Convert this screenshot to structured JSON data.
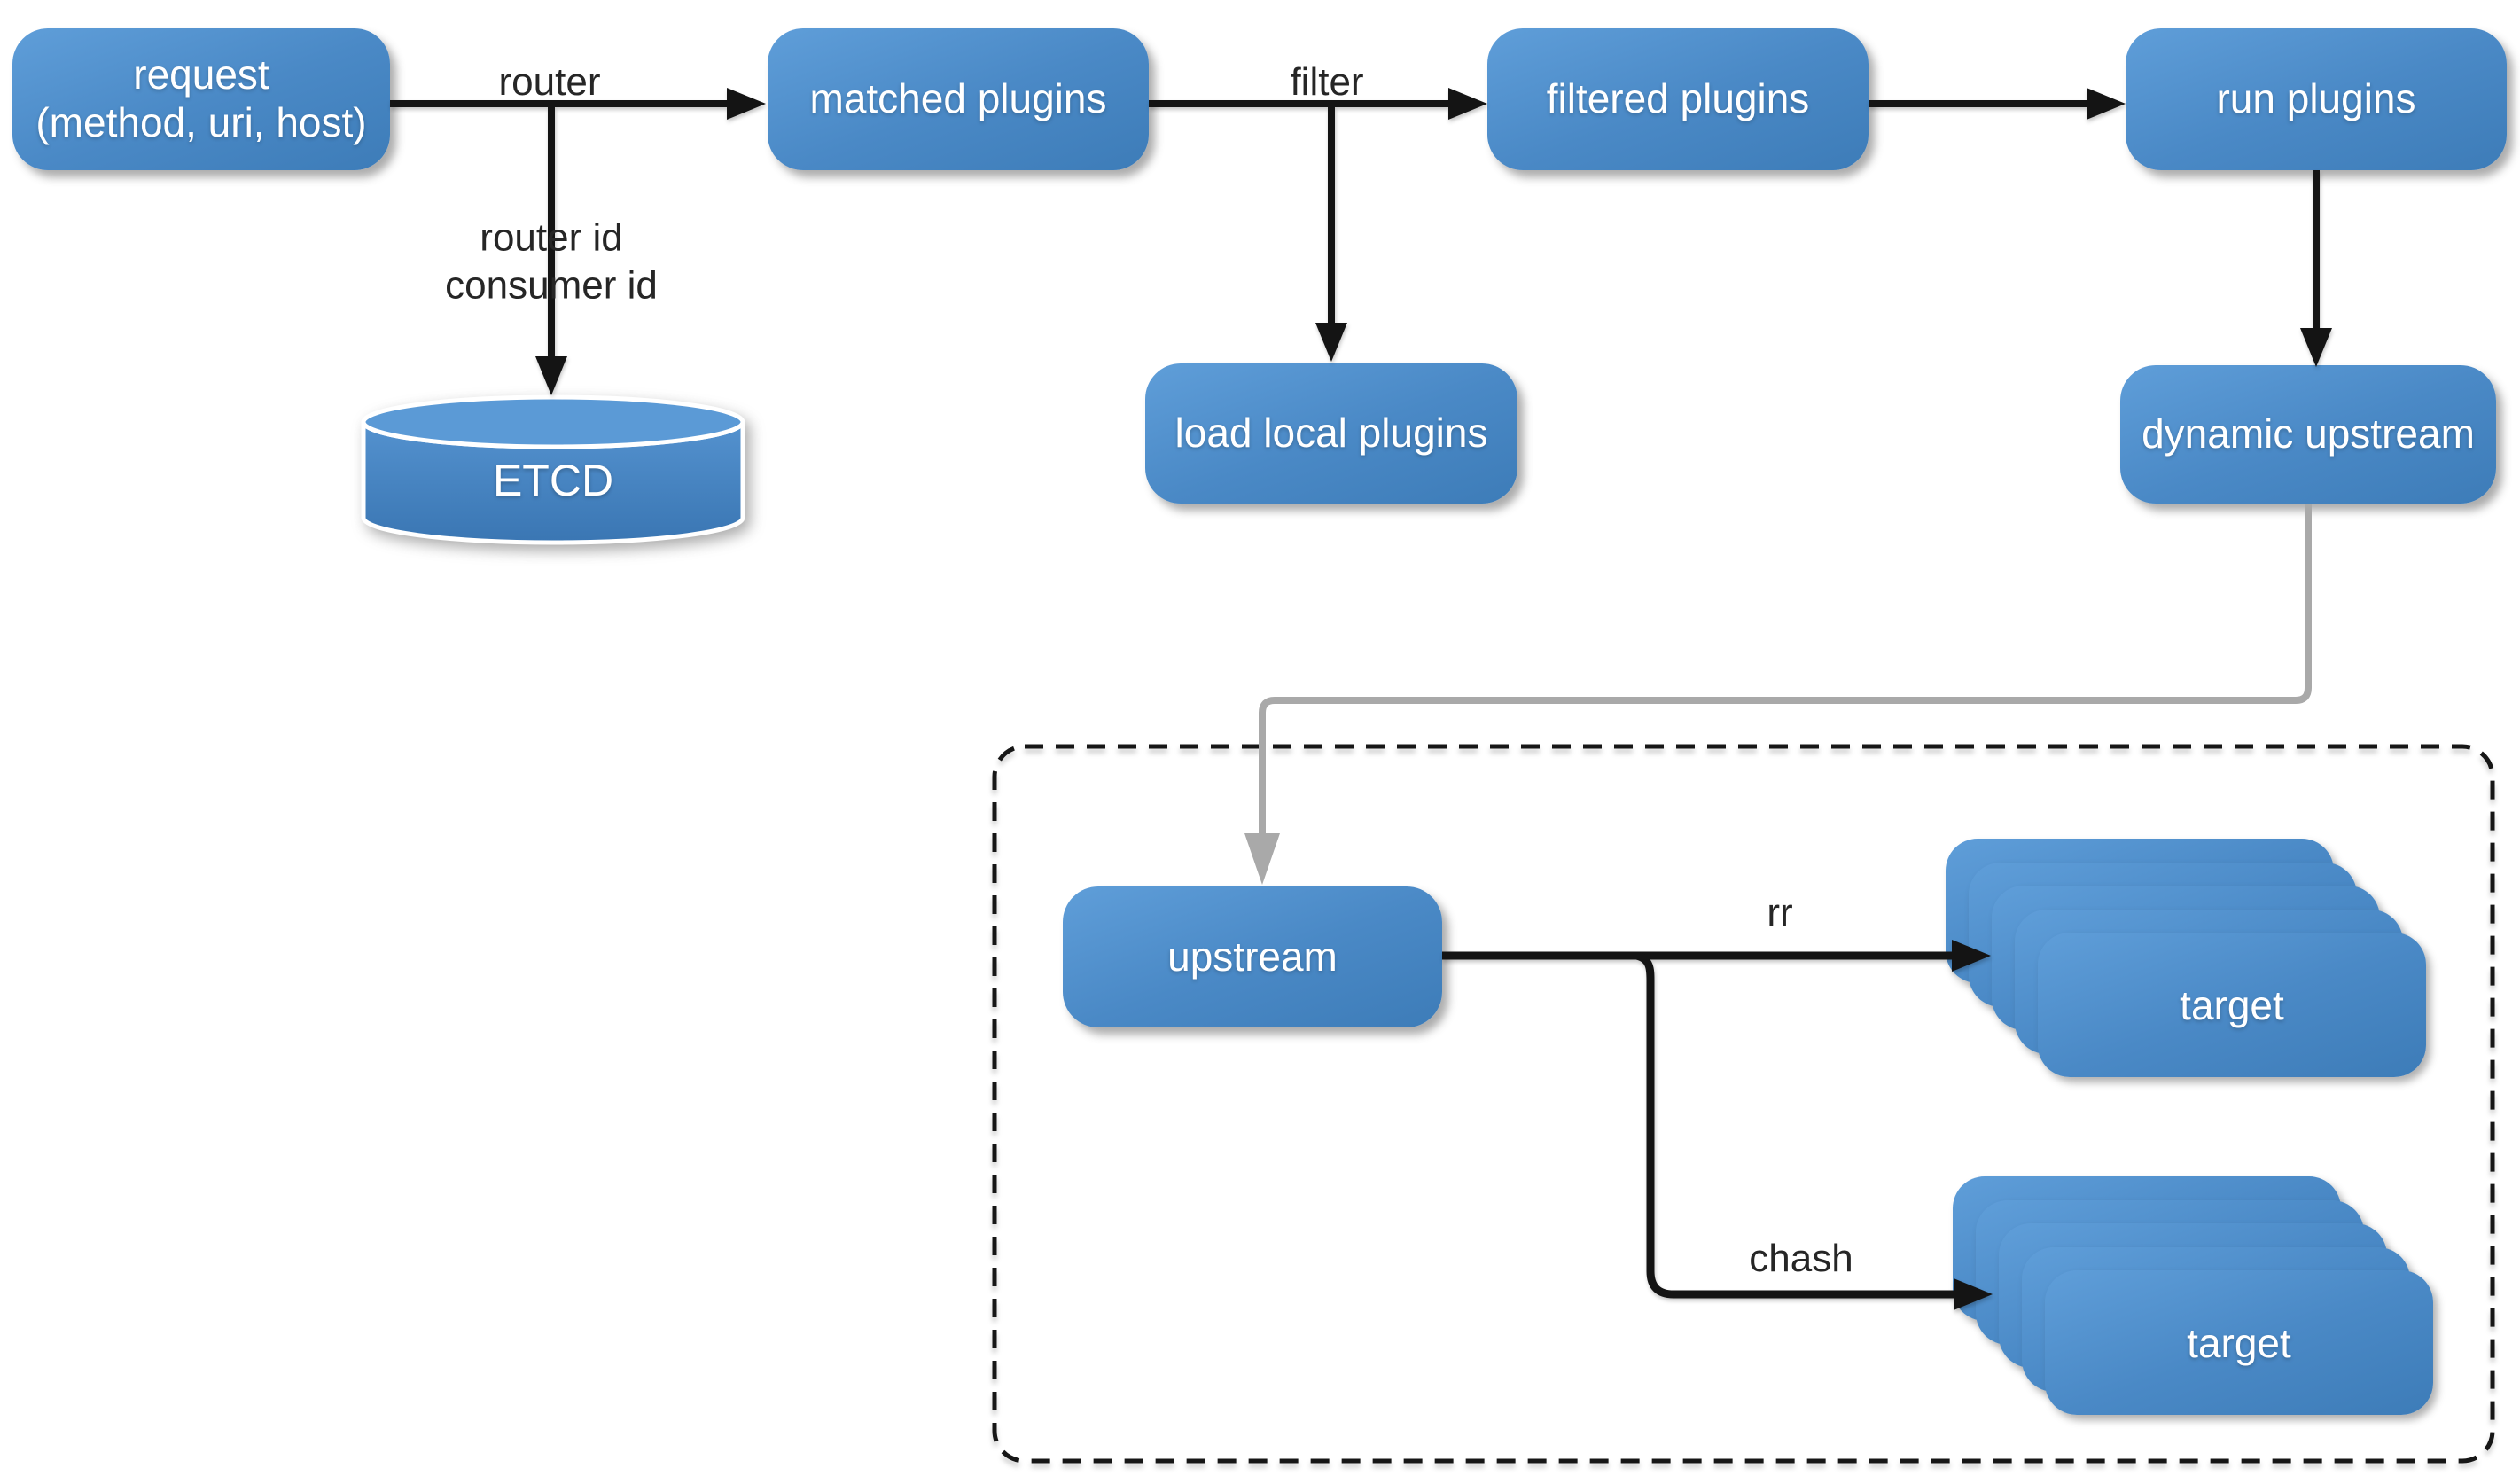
{
  "diagram": {
    "background": "#ffffff",
    "colors": {
      "background": "#ffffff",
      "node_top": "#5f9ed9",
      "node_mid": "#4a89c6",
      "node_bottom": "#3d7cb8",
      "node_text": "#ffffff",
      "connector": "#141414",
      "gray_connector": "#a9a9a9",
      "label_text": "#262626",
      "dashed_border": "#161616"
    },
    "nodes": {
      "request": "request\n(method, uri, host)",
      "matched_plugins": "matched plugins",
      "filtered_plugins": "filtered plugins",
      "run_plugins": "run plugins",
      "etcd": "ETCD",
      "load_local_plugins": "load local plugins",
      "dynamic_upstream": "dynamic upstream",
      "upstream": "upstream",
      "target_rr": "target",
      "target_chash": "target"
    },
    "edge_labels": {
      "router": "router",
      "router_consumer_id": "router id\nconsumer id",
      "filter": "filter",
      "rr": "rr",
      "chash": "chash"
    }
  }
}
